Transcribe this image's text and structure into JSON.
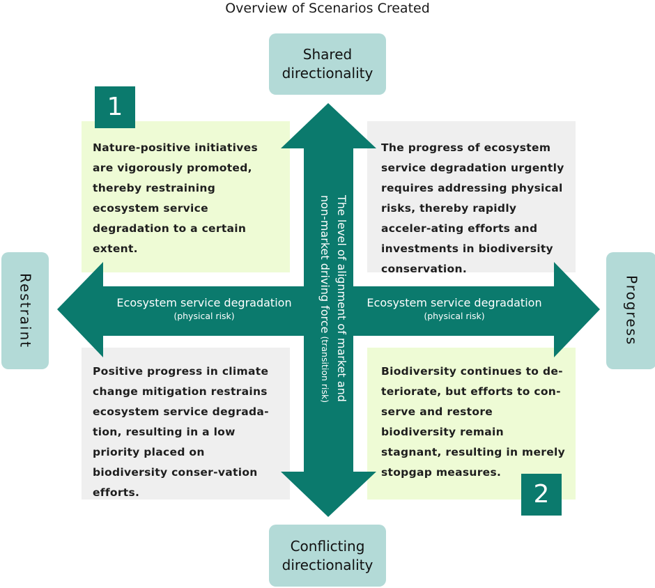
{
  "title": "Overview of Scenarios Created",
  "poles": {
    "top": [
      "Shared",
      "directionality"
    ],
    "bottom": [
      "Conflicting",
      "directionality"
    ],
    "left": "Restraint",
    "right": "Progress"
  },
  "axes": {
    "horizontal": {
      "left_label": "Ecosystem service degradation",
      "left_sub": "(physical risk)",
      "right_label": "Ecosystem service degradation",
      "right_sub": "(physical risk)"
    },
    "vertical": {
      "line1": "The level of  alignment of market and",
      "line2": "non-market driving force",
      "line2_sub": " (transition risk)"
    }
  },
  "quadrants": [
    {
      "position": "top-left",
      "badge": "1",
      "text": "Nature-positive initiatives are vigorously promoted, thereby restraining ecosystem service degradation to a certain extent."
    },
    {
      "position": "top-right",
      "badge": "",
      "text": "The progress of ecosystem service degradation urgently requires addressing physical risks, thereby rapidly acceler-ating efforts and investments in biodiversity conservation."
    },
    {
      "position": "bottom-left",
      "badge": "",
      "text": "Positive progress in climate change mitigation restrains ecosystem service degrada-tion, resulting in a low priority placed on biodiversity conser-vation efforts."
    },
    {
      "position": "bottom-right",
      "badge": "2",
      "text": "Biodiversity continues to de-teriorate, but efforts to con-serve and restore biodiversity remain stagnant, resulting in merely stopgap measures."
    }
  ],
  "colors": {
    "arrow": "#0b7a6d",
    "pole_box": "#b3dad7",
    "green_box": "#eefbd5",
    "grey_box": "#efefef"
  }
}
